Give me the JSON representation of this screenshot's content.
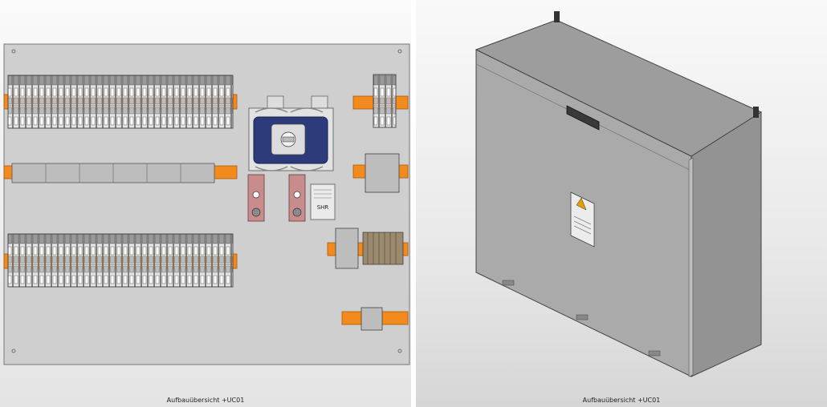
{
  "views": {
    "left_caption": "Aufbauübersicht +UC01",
    "right_caption": "Aufbauübersicht +UC01"
  },
  "switch_label": "SHR",
  "colors": {
    "plate": "#cfcfcf",
    "din_rail": "#f28a1e",
    "switch_body": "#2d3b7a",
    "busbar": "#c98c8c",
    "enclosure": "#a9a9a9"
  }
}
